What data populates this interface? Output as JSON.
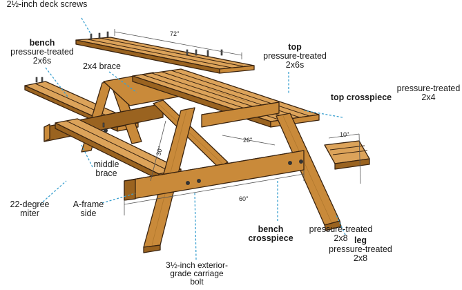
{
  "labels": {
    "deck_screws": "2½-inch deck screws",
    "bench_title": "bench",
    "bench_sub": "pressure-treated 2x6s",
    "brace_2x4": "2x4 brace",
    "top_title": "top",
    "top_sub": "pressure-treated 2x6s",
    "top_cross_title": "top crosspiece",
    "top_cross_sub": "pressure-treated 2x4",
    "middle_brace": "middle brace",
    "miter": "22-degree miter",
    "aframe": "A-frame side",
    "bench_cross_title": "bench crosspiece",
    "bench_cross_sub": "pressure-treated 2x8",
    "carriage_bolt": "3½-inch exterior-grade carriage bolt",
    "leg_title": "leg",
    "leg_sub": "pressure-treated 2x8"
  },
  "dimensions": {
    "top_length": "72\"",
    "bench_cross_length": "60\"",
    "top_cross_length": "26\"",
    "height": "30\"",
    "bench_width": "10\""
  },
  "colors": {
    "wood": "#c98a3a",
    "wood_top": "#dca35a",
    "wood_dark": "#9a6320",
    "leader": "#3aa0d0",
    "outline": "#3a2410"
  }
}
